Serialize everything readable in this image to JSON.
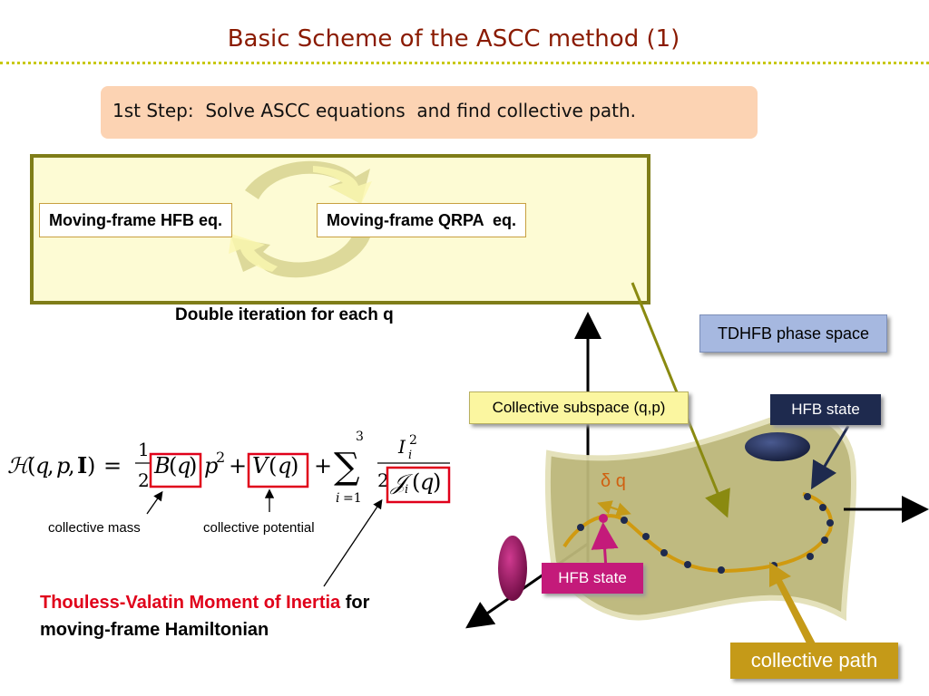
{
  "title": "Basic Scheme of the ASCC method (1)",
  "step": {
    "text": "1st Step:  Solve ASCC equations  and find collective path."
  },
  "iteration": {
    "hfb_label": "Moving-frame HFB eq.",
    "qrpa_label": "Moving-frame QRPA  eq.",
    "caption": "Double iteration for each q"
  },
  "hamiltonian": {
    "collective_mass_label": "collective mass",
    "collective_potential_label": "collective potential",
    "moment_of_inertia_red": "Thouless-Valatin Moment of Inertia",
    "moment_of_inertia_rest": " for",
    "moment_of_inertia_line2": "moving-frame Hamiltonian"
  },
  "diagram": {
    "phase_space_label": "TDHFB phase space",
    "subspace_label": "Collective subspace (q,p)",
    "hfb_state_top": "HFB state",
    "hfb_state_bottom": "HFB state",
    "delta_q": "δ q",
    "collective_path_label": "collective path"
  },
  "colors": {
    "title": "#8a1a00",
    "highlight_box": "#e0001a",
    "panel_border": "#7f7d18",
    "hfb_navy": "#1e2a4e",
    "hfb_pink": "#c41a7a",
    "path": "#c59a18"
  }
}
